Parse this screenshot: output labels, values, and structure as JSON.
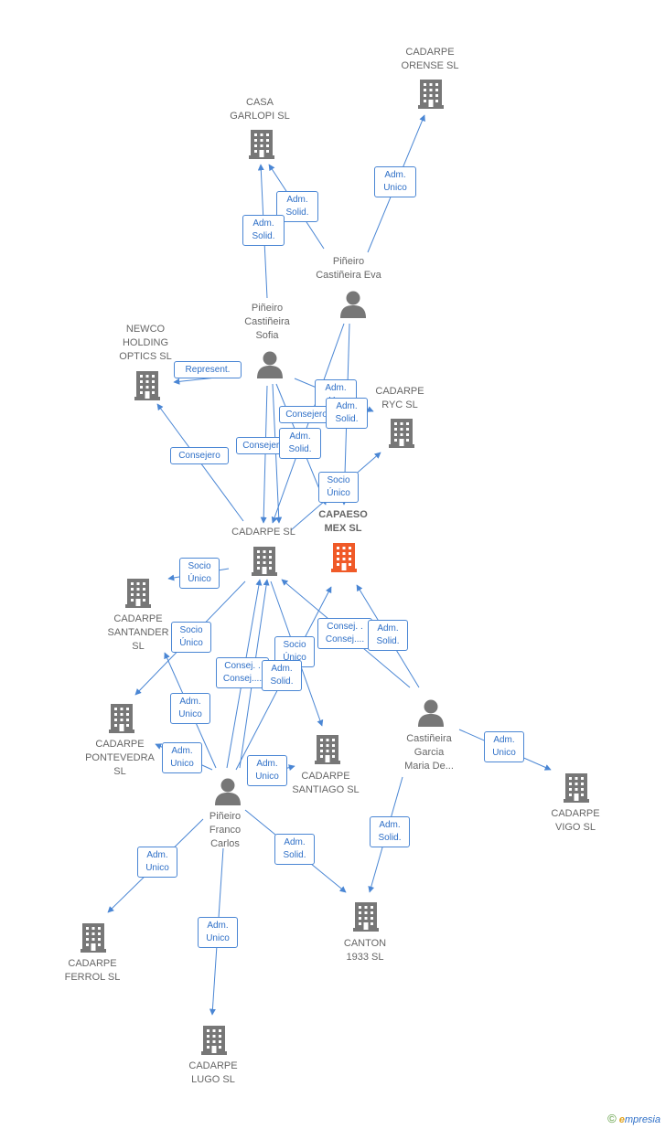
{
  "colors": {
    "edge": "#4a86d4",
    "building": "#777777",
    "focus": "#f05a28",
    "person": "#777777"
  },
  "nodes": {
    "cadarpe_orense": {
      "label": "CADARPE\nORENSE SL",
      "icon": "building-icon"
    },
    "casa_garlopi": {
      "label": "CASA\nGARLOPI  SL",
      "icon": "building-icon"
    },
    "pineiro_eva": {
      "label": "Piñeiro\nCastiñeira Eva",
      "icon": "person-icon"
    },
    "pineiro_sofia": {
      "label": "Piñeiro\nCastiñeira\nSofia",
      "icon": "person-icon"
    },
    "newco": {
      "label": "NEWCO\nHOLDING\nOPTICS SL",
      "icon": "building-icon"
    },
    "cadarpe_ryc": {
      "label": "CADARPE\nRYC  SL",
      "icon": "building-icon"
    },
    "cadarpe_sl": {
      "label": "CADARPE SL",
      "icon": "building-icon"
    },
    "capaeso": {
      "label": "CAPAESO\nMEX  SL",
      "icon": "building-icon"
    },
    "cadarpe_santander": {
      "label": "CADARPE\nSANTANDER\nSL",
      "icon": "building-icon"
    },
    "cadarpe_pontevedra": {
      "label": "CADARPE\nPONTEVEDRA\nSL",
      "icon": "building-icon"
    },
    "cadarpe_santiago": {
      "label": "CADARPE\nSANTIAGO  SL",
      "icon": "building-icon"
    },
    "castineira_garcia": {
      "label": "Castiñeira\nGarcia\nMaria De...",
      "icon": "person-icon"
    },
    "cadarpe_vigo": {
      "label": "CADARPE\nVIGO  SL",
      "icon": "building-icon"
    },
    "pineiro_carlos": {
      "label": "Piñeiro\nFranco\nCarlos",
      "icon": "person-icon"
    },
    "cadarpe_ferrol": {
      "label": "CADARPE\nFERROL  SL",
      "icon": "building-icon"
    },
    "canton": {
      "label": "CANTON\n1933  SL",
      "icon": "building-icon"
    },
    "cadarpe_lugo": {
      "label": "CADARPE\nLUGO SL",
      "icon": "building-icon"
    }
  },
  "edge_labels": {
    "adm_unico_orense": "Adm.\nUnico",
    "adm_solid_garlopi_1": "Adm.\nSolid.",
    "adm_solid_garlopi_2": "Adm.\nSolid.",
    "represent": "Represent.",
    "adm_u_capaeso": "Adm.\nU...",
    "adm_solid_ryc": "Adm.\nSolid.",
    "consejero_1": "Consejero",
    "consejero_2": "Consejero",
    "consejero_newco": "Consejero",
    "adm_solid_sofia": "Adm.\nSolid.",
    "socio_unico_ryc": "Socio\nÚnico",
    "socio_unico_santander": "Socio\nÚnico",
    "socio_unico_pontevedra": "Socio\nÚnico",
    "consej_garcia": "Consej. .\nConsej....",
    "adm_solid_garcia": "Adm.\nSolid.",
    "socio_unico_santiago": "Socio\nÚnico",
    "consej_carlos": "Consej. .\nConsej....",
    "adm_solid_carlos": "Adm.\nSolid.",
    "adm_unico_pontevedra_1": "Adm.\nUnico",
    "adm_unico_pontevedra_2": "Adm.\nUnico",
    "adm_unico_santiago": "Adm.\nUnico",
    "adm_unico_vigo": "Adm.\nUnico",
    "adm_solid_canton_garcia": "Adm.\nSolid.",
    "adm_unico_ferrol": "Adm.\nUnico",
    "adm_solid_canton": "Adm.\nSolid.",
    "adm_unico_lugo": "Adm.\nUnico"
  },
  "footer": {
    "copyright": "©",
    "brand_e": "e",
    "brand_rest": "mpresia"
  }
}
